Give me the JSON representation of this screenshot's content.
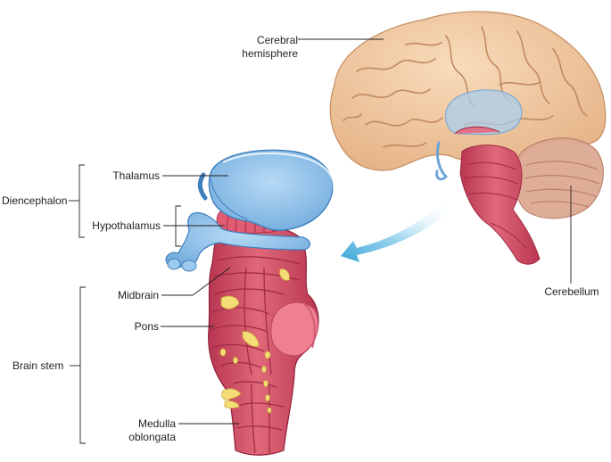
{
  "labels": {
    "cerebral_hemisphere_line1": "Cerebral",
    "cerebral_hemisphere_line2": "hemisphere",
    "thalamus": "Thalamus",
    "diencephalon": "Diencephalon",
    "hypothalamus": "Hypothalamus",
    "cerebellum": "Cerebellum",
    "midbrain": "Midbrain",
    "pons": "Pons",
    "brain_stem": "Brain stem",
    "medulla_line1": "Medulla",
    "medulla_line2": "oblongata"
  },
  "colors": {
    "cerebrum": "#f2cfa8",
    "cerebrum_fold": "#c8946a",
    "cerebellum": "#d9a48f",
    "brainstem": "#d9566a",
    "brainstem_dark": "#a8304a",
    "diencephalon_blue": "#8fc3ec",
    "diencephalon_blue_dark": "#4b87c2",
    "nuclei_yellow": "#f4dd76",
    "pons_pink": "#ee7d90",
    "arrow": "#4fb3dc",
    "leader_line": "#231f20"
  },
  "icons": {
    "arrow": "arrow-icon"
  }
}
